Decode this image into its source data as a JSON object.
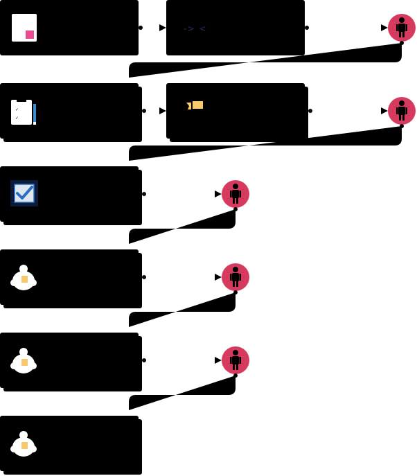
{
  "colors": {
    "box": "#000000",
    "user_circle": "#d63a5e",
    "user_figure": "#000000",
    "connector": "#000000",
    "note_yellow": "#f8c86a",
    "checkbox_blue": "#2a6fbf",
    "pink": "#e84c8e",
    "white": "#ffffff"
  },
  "steps": [
    {
      "row": 1,
      "main_icon": "document-icon",
      "secondary_box": true,
      "secondary_text": "-> <",
      "user_icon": "person-icon"
    },
    {
      "row": 2,
      "main_icon": "clipboard-icon",
      "secondary_box": true,
      "secondary_icon": "sticky-note-icon",
      "user_icon": "person-icon"
    },
    {
      "row": 3,
      "main_icon": "checkbox-icon",
      "secondary_box": false,
      "user_icon": "person-icon"
    },
    {
      "row": 4,
      "main_icon": "egg-icon",
      "secondary_box": false,
      "user_icon": "person-icon"
    },
    {
      "row": 5,
      "main_icon": "egg-icon",
      "secondary_box": false,
      "user_icon": "person-icon"
    },
    {
      "row": 6,
      "main_icon": "egg-icon",
      "secondary_box": false
    }
  ]
}
